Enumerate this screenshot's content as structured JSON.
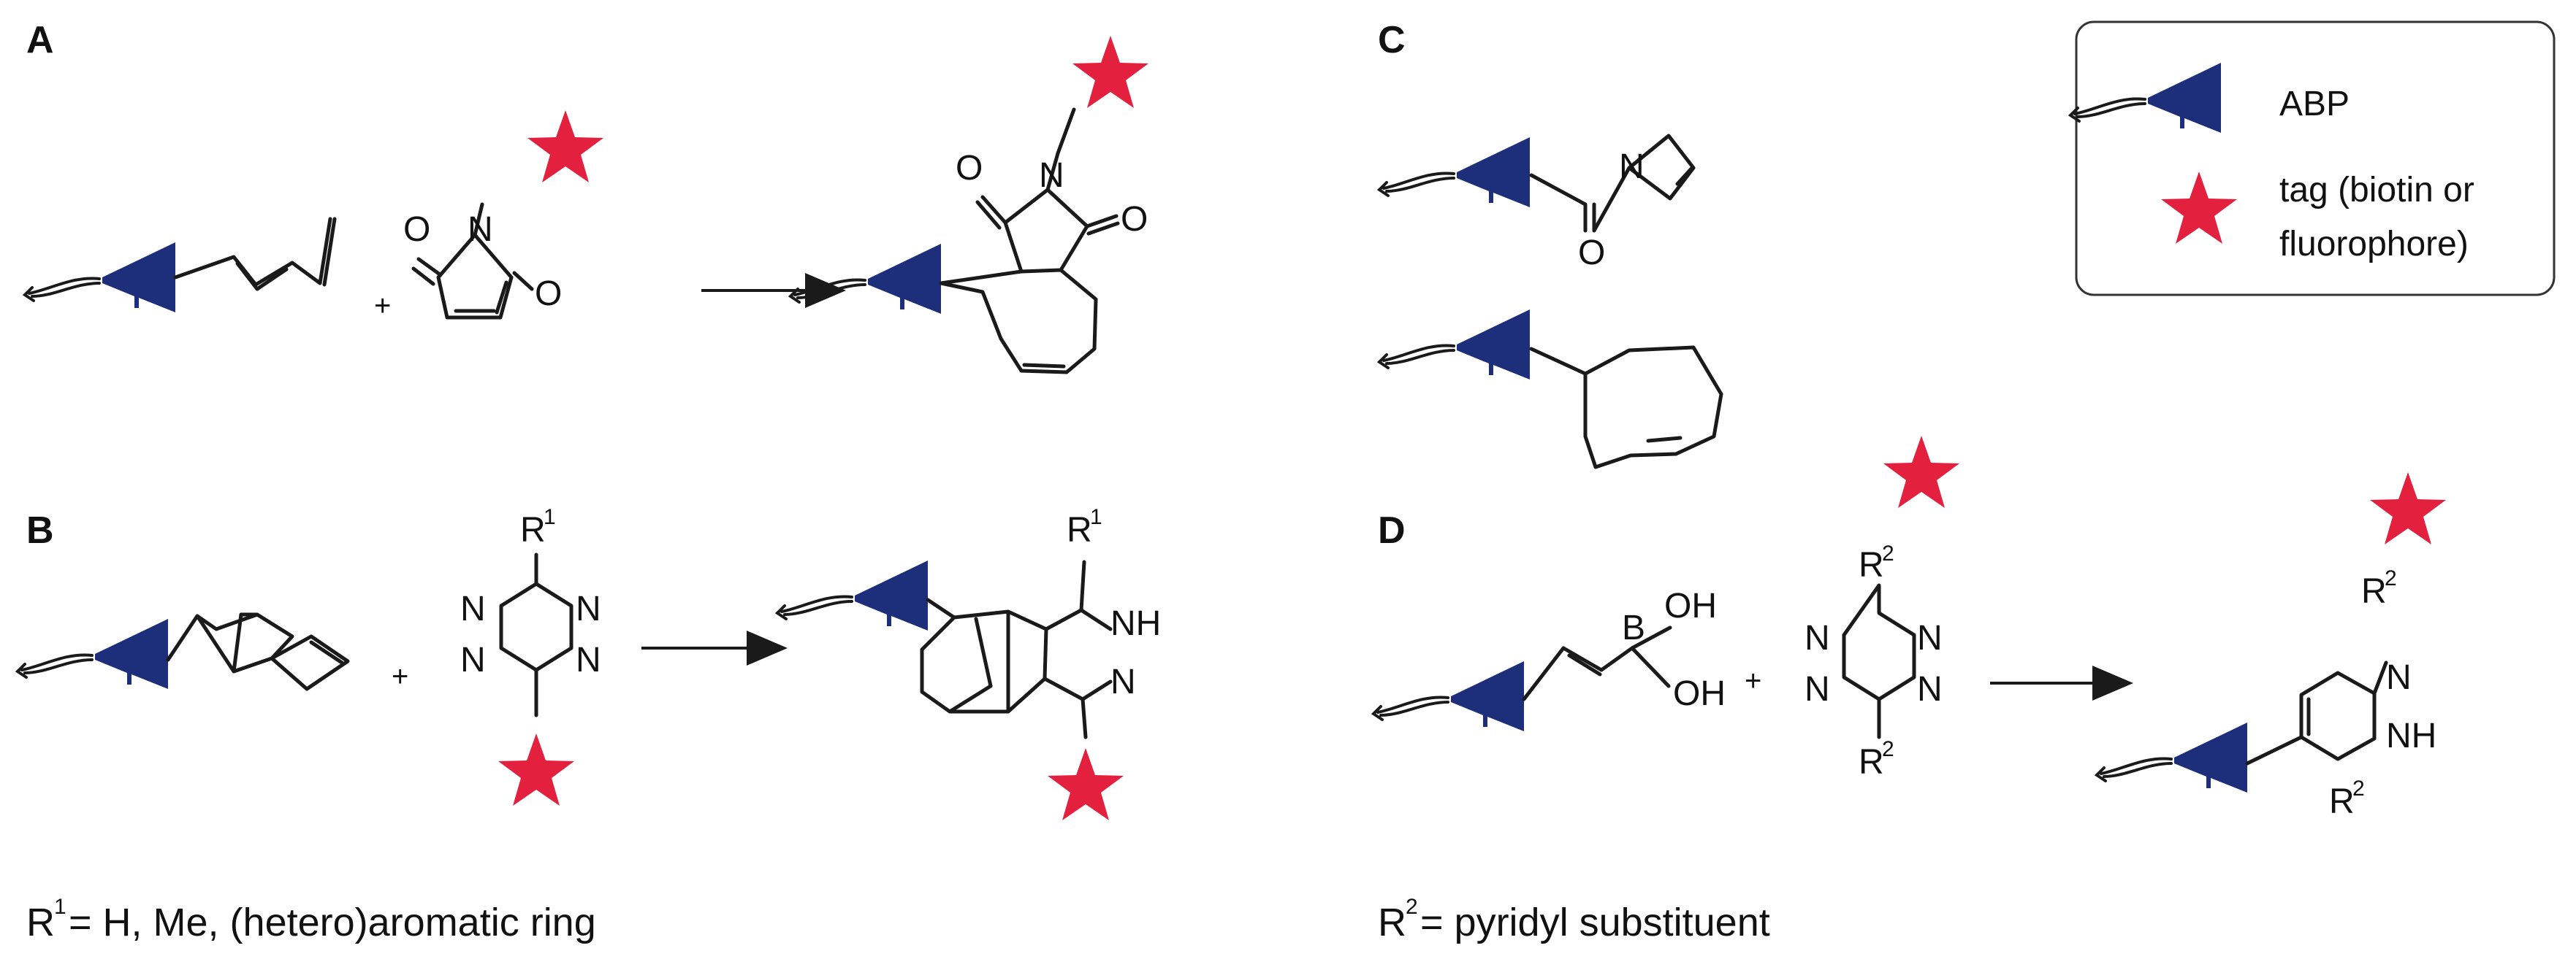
{
  "panels": {
    "a": "A",
    "b": "B",
    "c": "C",
    "d": "D"
  },
  "legend": {
    "probe": "ABP",
    "tag_line1": "tag (biotin or",
    "tag_line2": "fluorophore)"
  },
  "atoms": {
    "O": "O",
    "N": "N",
    "NH": "NH",
    "HN": "N",
    "OH": "OH",
    "B": "B",
    "R": "R",
    "R1_sup": "1",
    "R2_sup": "2"
  },
  "plus": "+",
  "notes": {
    "b_prefix": "R",
    "b_sup": "1",
    "b_text": " = H, Me, (hetero)aromatic ring",
    "d_prefix": "R",
    "d_sup": "2",
    "d_text": " = pyridyl substituent"
  },
  "colors": {
    "probe": "#1d2f7a",
    "tag": "#e3213f"
  },
  "icons": [
    "probe-icon",
    "tag-star-icon",
    "reaction-arrow-icon"
  ]
}
